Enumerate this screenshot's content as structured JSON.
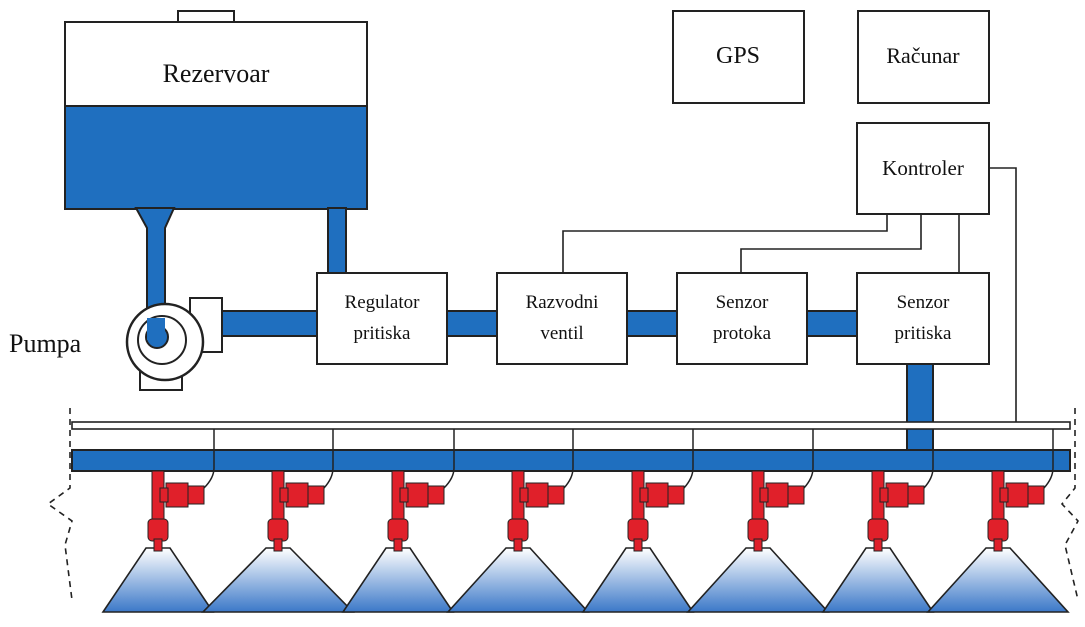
{
  "colors": {
    "liquid": "#1f6fbf",
    "nozzle": "#e0202a",
    "outline": "#222222",
    "spray_top": "#ffffff",
    "spray_bottom": "#3b78c8"
  },
  "labels": {
    "tank": "Rezervoar",
    "pump": "Pumpa",
    "gps": "GPS",
    "computer": "Računar",
    "controller": "Kontroler",
    "regulator": [
      "Regulator",
      "pritiska"
    ],
    "valve": [
      "Razvodni",
      "ventil"
    ],
    "flow_sensor": [
      "Senzor",
      "protoka"
    ],
    "pressure_sensor": [
      "Senzor",
      "pritiska"
    ]
  }
}
